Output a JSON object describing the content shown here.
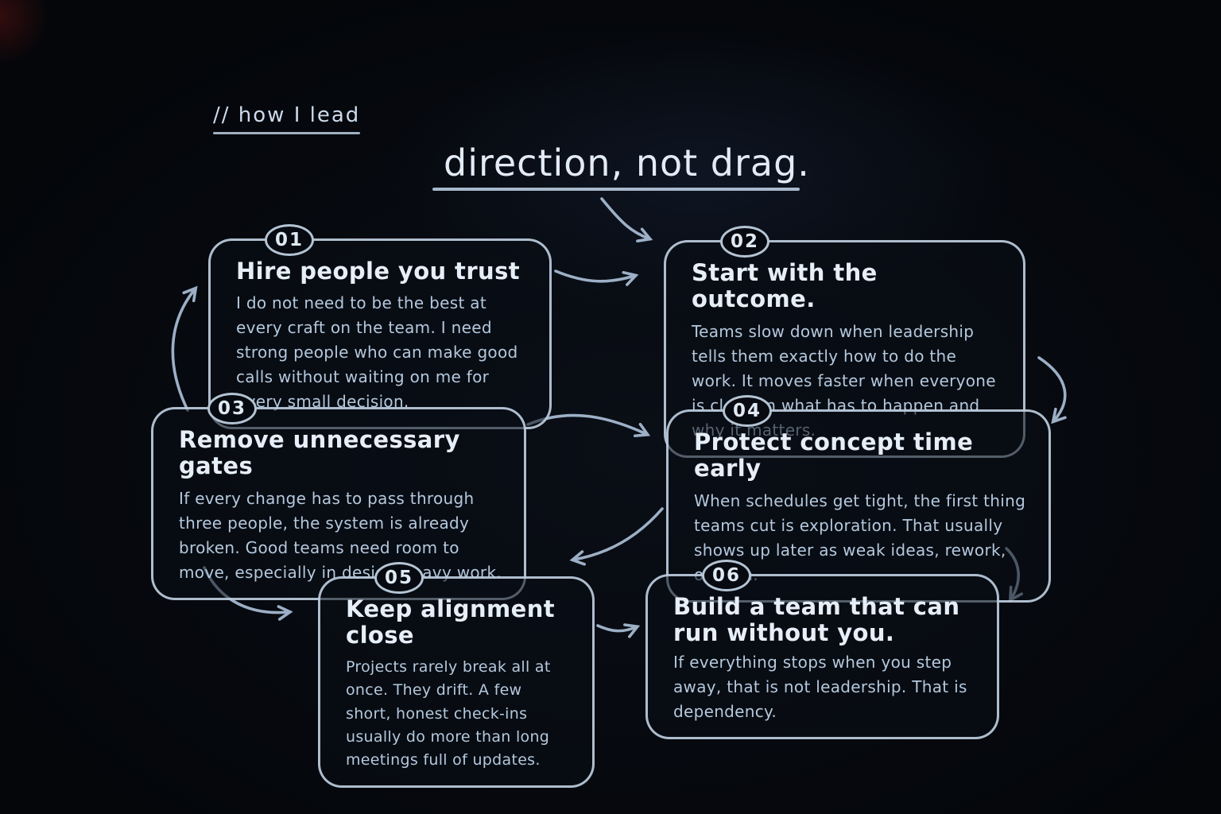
{
  "page": {
    "eyebrow": "// how I lead",
    "title": "direction, not drag."
  },
  "cards": [
    {
      "badge": "01",
      "title": "Hire people you trust",
      "body": "I do not need to be the best at every craft on the team. I need strong people who can make good calls without waiting on me for every small decision."
    },
    {
      "badge": "02",
      "title": "Start with the outcome.",
      "body": "Teams slow down when leadership tells them exactly how to do the work. It moves faster when everyone is clear on what has to happen and why it matters."
    },
    {
      "badge": "03",
      "title": "Remove unnecessary gates",
      "body": "If every change has to pass through three people, the system is already broken. Good teams need room to move, especially in design-heavy work."
    },
    {
      "badge": "04",
      "title": "Protect concept time early",
      "body": "When schedules get tight, the first thing teams cut is exploration. That usually shows up later as weak ideas, rework, or both."
    },
    {
      "badge": "05",
      "title": "Keep alignment close",
      "body": "Projects rarely break all at once. They drift. A few short, honest check-ins usually do more than long meetings full of updates."
    },
    {
      "badge": "06",
      "title": "Build a team that can run without you.",
      "body": "If everything stops when you step away, that is not leadership. That is dependency."
    }
  ],
  "connections": [
    {
      "from": "title",
      "to": "card-02"
    },
    {
      "from": "card-01",
      "to": "card-02"
    },
    {
      "from": "card-02",
      "to": "card-04"
    },
    {
      "from": "card-03",
      "to": "card-01"
    },
    {
      "from": "card-03",
      "to": "card-04"
    },
    {
      "from": "card-04",
      "to": "card-05"
    },
    {
      "from": "card-03",
      "to": "card-05"
    },
    {
      "from": "card-05",
      "to": "card-06"
    },
    {
      "from": "card-04",
      "to": "card-06"
    }
  ],
  "colors": {
    "background": "#04060a",
    "ink_bright": "#e6eef8",
    "ink_body": "#b4c8dd",
    "stroke": "#a9bed6"
  }
}
